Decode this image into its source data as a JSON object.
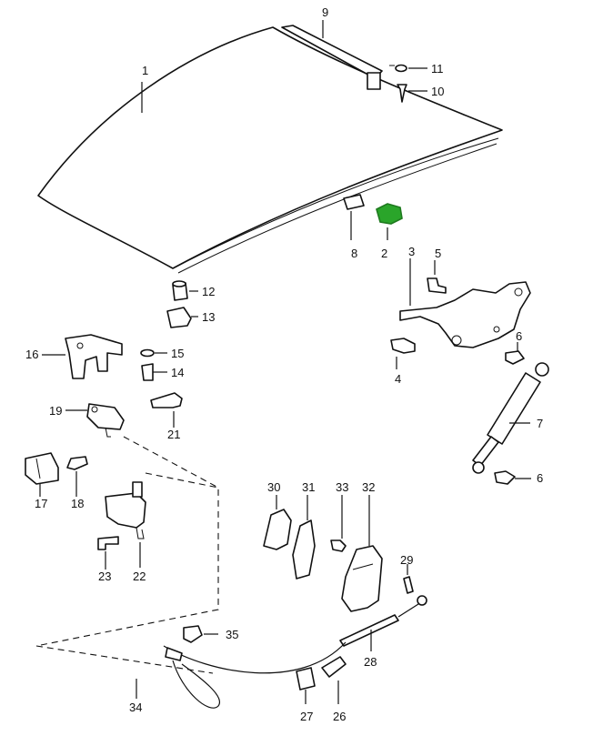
{
  "diagram": {
    "callouts": [
      "1",
      "2",
      "3",
      "4",
      "5",
      "6",
      "7",
      "8",
      "9",
      "10",
      "11",
      "12",
      "13",
      "14",
      "15",
      "16",
      "17",
      "18",
      "19",
      "21",
      "22",
      "23",
      "26",
      "27",
      "28",
      "29",
      "30",
      "31",
      "32",
      "33",
      "34",
      "35"
    ],
    "highlight_color": "#2aa52a",
    "line_color": "#111111"
  }
}
